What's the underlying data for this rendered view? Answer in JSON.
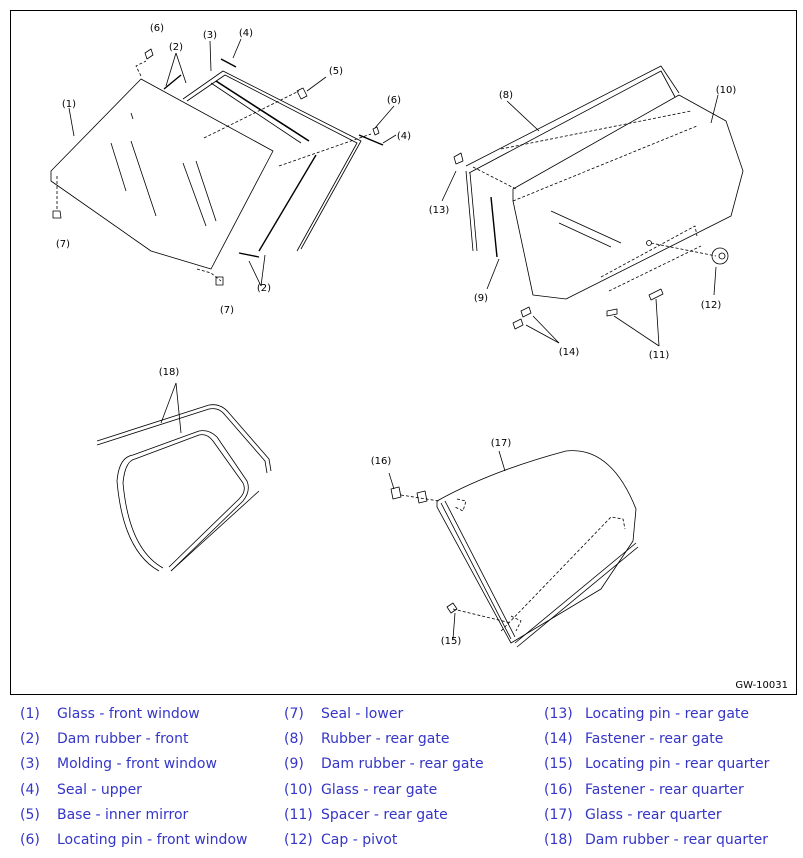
{
  "figure": {
    "id": "GW-10031",
    "callouts": [
      "(1)",
      "(2)",
      "(3)",
      "(4)",
      "(5)",
      "(6)",
      "(7)",
      "(8)",
      "(9)",
      "(10)",
      "(11)",
      "(12)",
      "(13)",
      "(14)",
      "(15)",
      "(16)",
      "(17)",
      "(18)"
    ]
  },
  "legend": [
    {
      "num": "(1)",
      "label": "Glass - front window"
    },
    {
      "num": "(2)",
      "label": "Dam rubber - front"
    },
    {
      "num": "(3)",
      "label": "Molding - front window"
    },
    {
      "num": "(4)",
      "label": "Seal - upper"
    },
    {
      "num": "(5)",
      "label": "Base - inner mirror"
    },
    {
      "num": "(6)",
      "label": "Locating pin - front window"
    },
    {
      "num": "(7)",
      "label": "Seal - lower"
    },
    {
      "num": "(8)",
      "label": "Rubber - rear gate"
    },
    {
      "num": "(9)",
      "label": "Dam rubber - rear gate"
    },
    {
      "num": "(10)",
      "label": "Glass - rear gate"
    },
    {
      "num": "(11)",
      "label": "Spacer - rear gate"
    },
    {
      "num": "(12)",
      "label": "Cap - pivot"
    },
    {
      "num": "(13)",
      "label": "Locating pin - rear gate"
    },
    {
      "num": "(14)",
      "label": "Fastener - rear gate"
    },
    {
      "num": "(15)",
      "label": "Locating pin - rear quarter"
    },
    {
      "num": "(16)",
      "label": "Fastener - rear quarter"
    },
    {
      "num": "(17)",
      "label": "Glass - rear quarter"
    },
    {
      "num": "(18)",
      "label": "Dam rubber - rear quarter"
    }
  ],
  "colors": {
    "legend_text": "#3535c8",
    "line": "#000000"
  }
}
